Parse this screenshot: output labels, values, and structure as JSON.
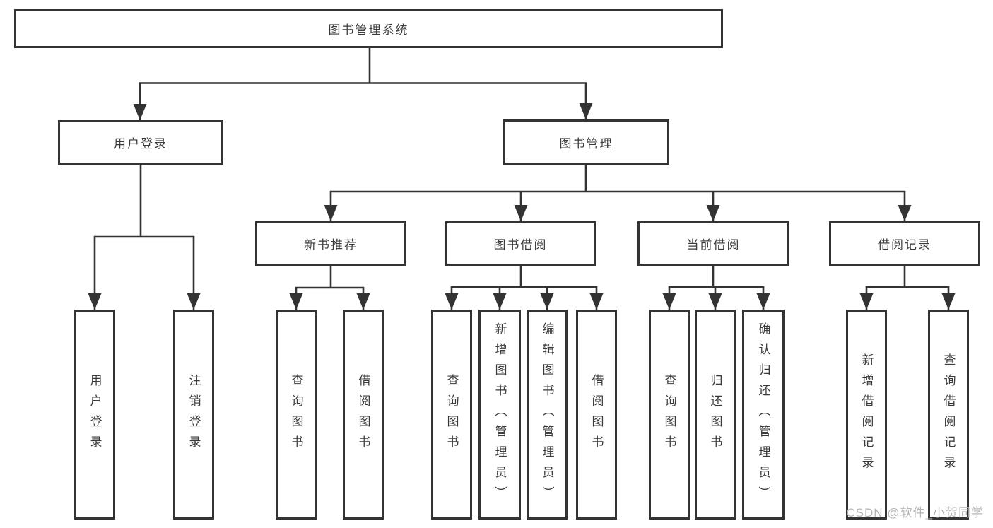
{
  "diagram": {
    "root": {
      "label": "图书管理系统"
    },
    "level2": [
      {
        "label": "用户登录"
      },
      {
        "label": "图书管理"
      }
    ],
    "level3": [
      {
        "label": "新书推荐"
      },
      {
        "label": "图书借阅"
      },
      {
        "label": "当前借阅"
      },
      {
        "label": "借阅记录"
      }
    ],
    "leaves": [
      {
        "label": "用户登录",
        "parent": "用户登录"
      },
      {
        "label": "注销登录",
        "parent": "用户登录"
      },
      {
        "label": "查询图书",
        "parent": "新书推荐"
      },
      {
        "label": "借阅图书",
        "parent": "新书推荐"
      },
      {
        "label": "查询图书",
        "parent": "图书借阅"
      },
      {
        "label": "新增图书（管理员）",
        "parent": "图书借阅"
      },
      {
        "label": "编辑图书（管理员）",
        "parent": "图书借阅"
      },
      {
        "label": "借阅图书",
        "parent": "图书借阅"
      },
      {
        "label": "查询图书",
        "parent": "当前借阅"
      },
      {
        "label": "归还图书",
        "parent": "当前借阅"
      },
      {
        "label": "确认归还（管理员）",
        "parent": "当前借阅"
      },
      {
        "label": "新增借阅记录",
        "parent": "借阅记录"
      },
      {
        "label": "查询借阅记录",
        "parent": "借阅记录"
      }
    ]
  },
  "watermark": {
    "text": "CSDN @软件_小贺同学"
  },
  "colors": {
    "line": "#333333",
    "border": "#333333",
    "text": "#3a3a3a",
    "box_fill": "#ffffff",
    "background": "#ffffff",
    "watermark": "#b5b5b5"
  }
}
